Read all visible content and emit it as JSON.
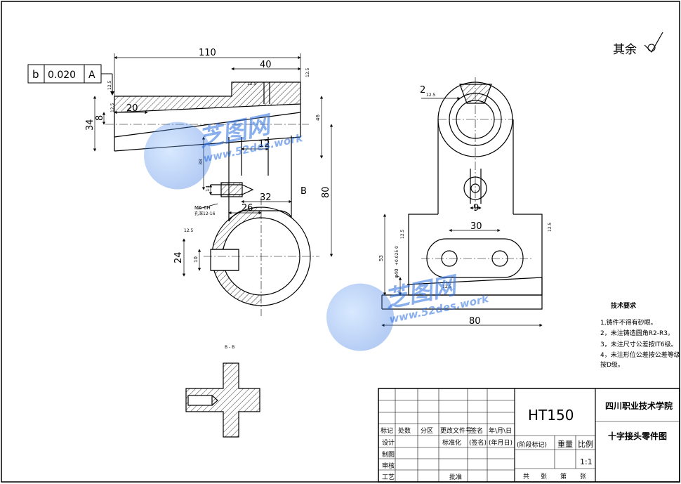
{
  "drawing": {
    "roughness_note": "其余",
    "tolerance_frame": {
      "symbol": "b",
      "value": "0.020",
      "datum": "A"
    },
    "front_view": {
      "dims": {
        "total_length": "110",
        "boss_length": "40",
        "left_len": "20",
        "height_34": "34",
        "height_8": "8",
        "height_46": "46",
        "hole_12": "12",
        "depth_38": "38",
        "thread_14": "14",
        "width_32": "32",
        "offset_26": "26",
        "height_80": "80",
        "height_24": "24",
        "height_10": "10"
      },
      "thread_label": "M6-6H",
      "thread_sub": "孔深12-16",
      "section_mark": "B",
      "roughness": {
        "r1": "12.5",
        "r2": "12.5",
        "r3": "12.5",
        "r4": "12.5",
        "r5": "12.5"
      }
    },
    "side_view": {
      "dims": {
        "slot_2": "2",
        "width_9": "9",
        "spacing_30": "30",
        "height_53": "53",
        "dia_40": "φ40",
        "dia_40_tol": "+0.025 0",
        "base_80": "80"
      },
      "roughness": {
        "r1": "12.5",
        "r2": "12.5",
        "r3": "12.5",
        "r4": "12.5"
      }
    },
    "section_view": {
      "label": "B - B"
    },
    "tech_requirements": {
      "title": "技术要求",
      "items": [
        "1,铸件不得有砂眼。",
        "2，未注铸造圆角R2-R3。",
        "3，未注尺寸公差按IT6级。",
        "4，未注形位公差按公差等级",
        "按D级。"
      ]
    },
    "watermarks": [
      {
        "brand": "芝图网",
        "url": "www.52des.work"
      },
      {
        "brand": "芝图网",
        "url": "www.52des.work"
      }
    ]
  },
  "title_block": {
    "material": "HT150",
    "school": "四川职业技术学院",
    "drawing_name": "十字接头零件图",
    "headers": [
      "标记",
      "处数",
      "分区",
      "更改文件号",
      "签名",
      "年\\月\\日"
    ],
    "row_labels": [
      "设计",
      "制图",
      "审核",
      "工艺"
    ],
    "std_label": "标准化",
    "sign_label": "(签名)",
    "date_label": "(年月日)",
    "approve_label": "批准",
    "stage_label": "(阶段标记)",
    "weight_label": "重量",
    "scale_label": "比例",
    "scale_value": "1:1",
    "sheets_total": "共",
    "sheets_unit": "张",
    "sheet_no": "第",
    "sheet_unit2": "张"
  }
}
